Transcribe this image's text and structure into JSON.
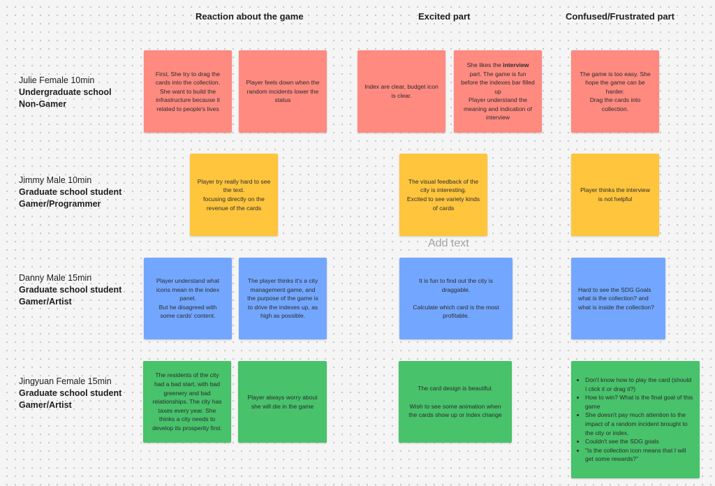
{
  "columns": [
    "Reaction about the game",
    "Excited part",
    "Confused/Frustrated part"
  ],
  "rows": [
    {
      "name": "Julie   Female 10min",
      "line2": "Undergraduate school",
      "line3": "Non-Gamer"
    },
    {
      "name": "Jimmy   Male 10min",
      "line2": "Graduate school student",
      "line3": "Gamer/Programmer"
    },
    {
      "name": "Danny   Male 15min",
      "line2": "Graduate school student",
      "line3": "Gamer/Artist"
    },
    {
      "name": "Jingyuan   Female 15min",
      "line2": "Graduate school student",
      "line3": "Gamer/Artist"
    }
  ],
  "notes": {
    "julie_reaction_1": "First, She try to drag the cards into the collection.\nShe want to build the infrastructure because it related to people's lives",
    "julie_reaction_2": "Player feels down when the random incidents lower the status",
    "julie_excited_1": "Index are clear, budget icon is clear.",
    "julie_excited_2": {
      "pre": "She likes the ",
      "bold": "interview",
      "post": "\npart. The game is fun before the indexes bar filled up\nPlayer understand the meaning and indication of interview"
    },
    "julie_confused": "The game is too easy. She hope the game can be harder.\nDrag the cards into collection.",
    "jimmy_reaction": "Player try really hard to see the text.\nfocusing directly on the revenue of the cards",
    "jimmy_excited": "The visual feedback of the city is interesting.\nExcited to see variety kinds of cards",
    "jimmy_confused": "Player thinks the interview is not helpful",
    "danny_reaction_1": "Player understand what icons mean in the index panel.\nBut he disagreed with some cards' content.",
    "danny_reaction_2": "The player thinks it's a city management game, and the purpose of the game is to drive the indexes up, as high as possible.",
    "danny_excited": "It is fun to find out the city is draggable.\n\nCalculate which card is the most profitable.",
    "danny_confused": "Hard to see the SDG Goals what is the collection? and what is inside the collection?",
    "jingyuan_reaction_1": "The residents of the city had a bad start, with bad greenery and bad relationships. The city has taxes every year. She thinks a city needs to develop its prosperity first.",
    "jingyuan_reaction_2": "Player always worry about she will die in the game",
    "jingyuan_excited": "The card design is beautiful.\n\nWish to see some animation when the cards show up or index change",
    "jingyuan_confused": [
      "Don't know how to play the card (should I click it or drag it?)",
      "How to win? What is the final goal of this game",
      "She doesn't pay much attention to the impact of a random incident brought to the city or index.",
      "Couldn't see the SDG goals",
      "\"Is the collection icon means that I will get some rewards?\""
    ]
  },
  "add_text": "Add text",
  "colors": {
    "red": "#ff8a80",
    "yellow": "#ffc53d",
    "blue": "#73a7ff",
    "green": "#48c26b"
  }
}
